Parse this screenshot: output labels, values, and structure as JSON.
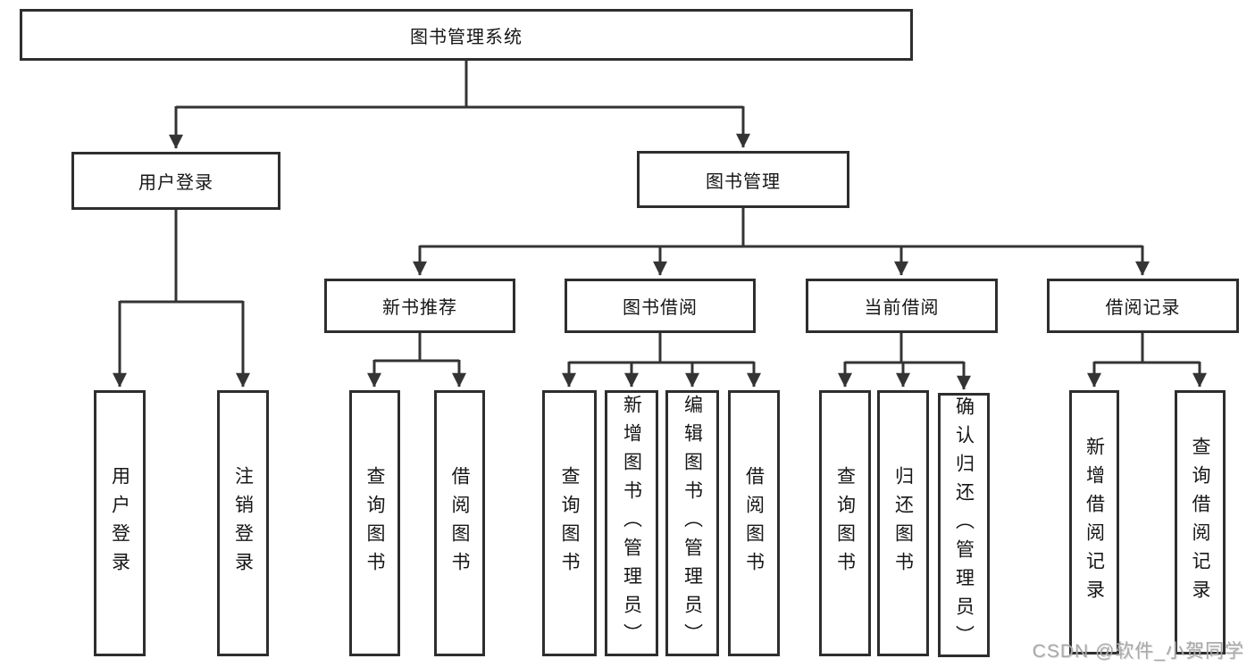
{
  "tree": {
    "root": "图书管理系统",
    "branches": [
      {
        "label": "用户登录",
        "leaves": [
          "用户登录",
          "注销登录"
        ]
      },
      {
        "label": "图书管理",
        "groups": [
          {
            "label": "新书推荐",
            "leaves": [
              "查询图书",
              "借阅图书"
            ]
          },
          {
            "label": "图书借阅",
            "leaves": [
              "查询图书",
              "新增图书（管理员）",
              "编辑图书（管理员）",
              "借阅图书"
            ]
          },
          {
            "label": "当前借阅",
            "leaves": [
              "查询图书",
              "归还图书",
              "确认归还（管理员）"
            ]
          },
          {
            "label": "借阅记录",
            "leaves": [
              "新增借阅记录",
              "查询借阅记录"
            ]
          }
        ]
      }
    ]
  },
  "watermark": "CSDN @软件_小贺同学",
  "colors": {
    "box_border": "#2e2e2e",
    "connector_line": "#343434",
    "box_fill": "#ffffff",
    "text": "#161616",
    "watermark_text": "#a9a9a9"
  }
}
